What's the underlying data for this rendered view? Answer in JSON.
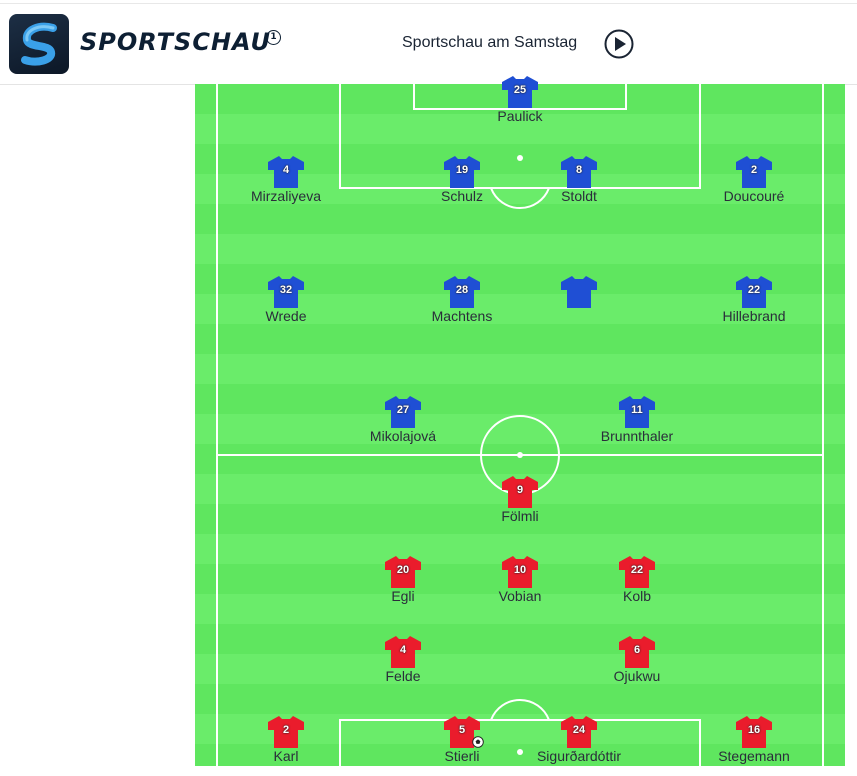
{
  "header": {
    "brand": "SPORTSCHAU",
    "brand_mark": "1",
    "show_link": "Sportschau am Samstag"
  },
  "colors": {
    "away_kit": "#1f4fd4",
    "home_kit": "#ea1c2c",
    "pitch_light": "#6aec6a",
    "pitch_dark": "#5fe65f"
  },
  "teams": {
    "away": {
      "players": [
        {
          "number": "25",
          "name": "Paulick"
        },
        {
          "number": "4",
          "name": "Mirzaliyeva"
        },
        {
          "number": "19",
          "name": "Schulz"
        },
        {
          "number": "8",
          "name": "Stoldt"
        },
        {
          "number": "2",
          "name": "Doucouré"
        },
        {
          "number": "32",
          "name": "Wrede"
        },
        {
          "number": "28",
          "name": "Machtens"
        },
        {
          "number": "",
          "name": ""
        },
        {
          "number": "22",
          "name": "Hillebrand"
        },
        {
          "number": "27",
          "name": "Mikolajová"
        },
        {
          "number": "11",
          "name": "Brunnthaler"
        }
      ]
    },
    "home": {
      "players": [
        {
          "number": "9",
          "name": "Fölmli"
        },
        {
          "number": "20",
          "name": "Egli"
        },
        {
          "number": "10",
          "name": "Vobian"
        },
        {
          "number": "22",
          "name": "Kolb"
        },
        {
          "number": "4",
          "name": "Felde"
        },
        {
          "number": "6",
          "name": "Ojukwu"
        },
        {
          "number": "2",
          "name": "Karl"
        },
        {
          "number": "5",
          "name": "Stierli",
          "goal_icon": "football-icon"
        },
        {
          "number": "24",
          "name": "Sigurðardóttir"
        },
        {
          "number": "16",
          "name": "Stegemann"
        }
      ]
    }
  }
}
